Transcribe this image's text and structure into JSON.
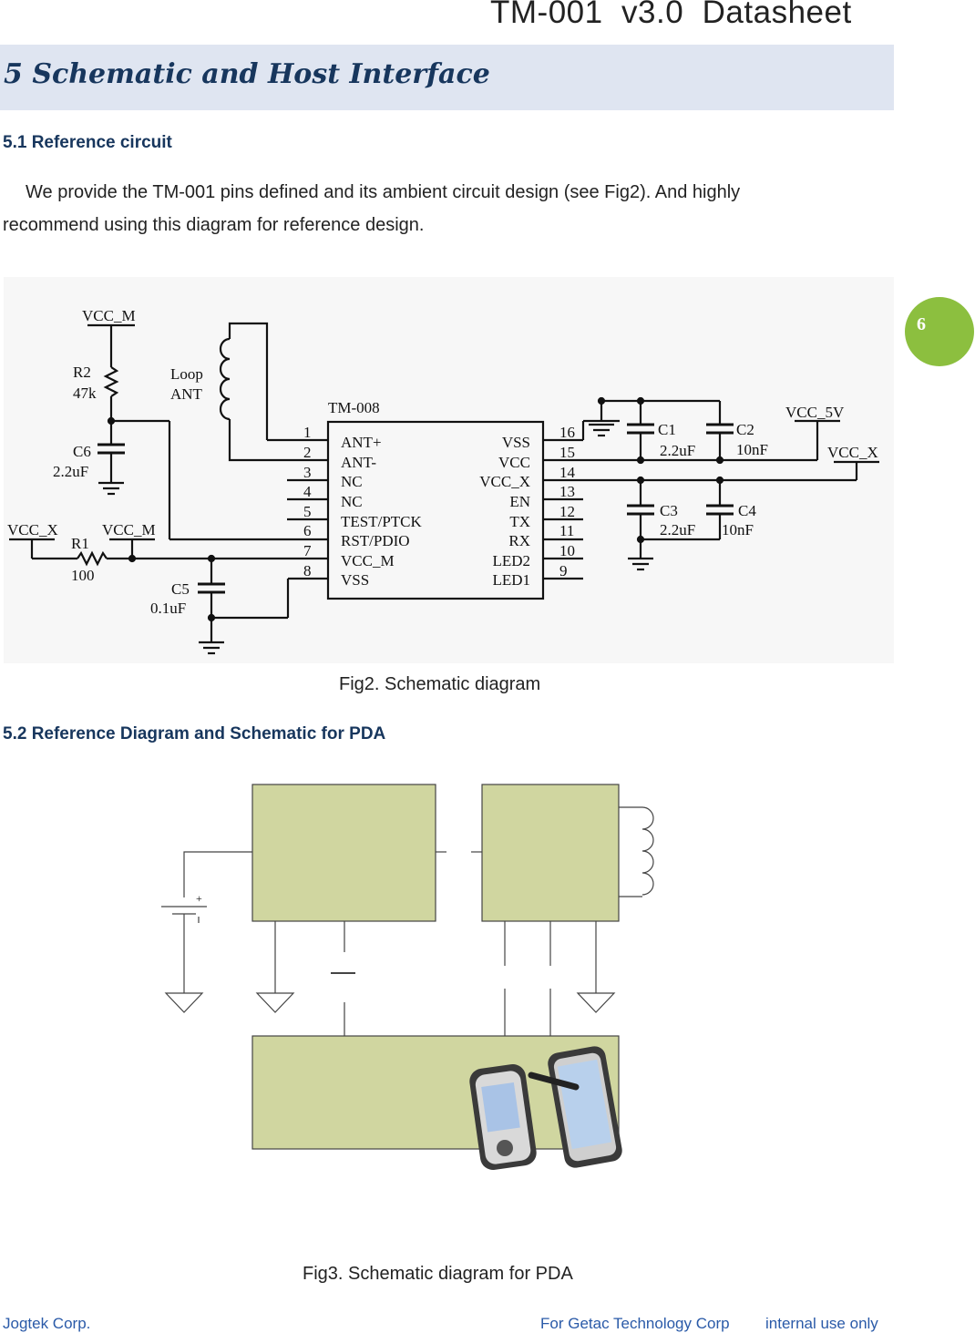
{
  "header": {
    "title": "TM-001  v3.0  Datasheet"
  },
  "section": {
    "heading": "5 Schematic and Host Interface"
  },
  "page_number": "6",
  "subsection1": {
    "title": "5.1 Reference circuit",
    "para_line1": "We provide the TM-001 pins defined and its ambient circuit design (see Fig2). And highly",
    "para_line2": "recommend using this diagram for reference design."
  },
  "fig2": {
    "caption": "Fig2. Schematic diagram",
    "chip_name": "TM-008",
    "left_pins": [
      {
        "num": "1",
        "name": "ANT+"
      },
      {
        "num": "2",
        "name": "ANT-"
      },
      {
        "num": "3",
        "name": "NC"
      },
      {
        "num": "4",
        "name": "NC"
      },
      {
        "num": "5",
        "name": "TEST/PTCK"
      },
      {
        "num": "6",
        "name": "RST/PDIO"
      },
      {
        "num": "7",
        "name": "VCC_M"
      },
      {
        "num": "8",
        "name": "VSS"
      }
    ],
    "right_pins": [
      {
        "num": "16",
        "name": "VSS"
      },
      {
        "num": "15",
        "name": "VCC"
      },
      {
        "num": "14",
        "name": "VCC_X"
      },
      {
        "num": "13",
        "name": "EN"
      },
      {
        "num": "12",
        "name": "TX"
      },
      {
        "num": "11",
        "name": "RX"
      },
      {
        "num": "10",
        "name": "LED2"
      },
      {
        "num": "9",
        "name": "LED1"
      }
    ],
    "labels": {
      "vcc_m_top": "VCC_M",
      "r2": "R2",
      "r2_val": "47k",
      "loop": "Loop",
      "ant": "ANT",
      "c6": "C6",
      "c6_val": "2.2uF",
      "vcc_x_left": "VCC_X",
      "vcc_m_left": "VCC_M",
      "r1": "R1",
      "r1_val": "100",
      "c5": "C5",
      "c5_val": "0.1uF",
      "c1": "C1",
      "c1_val": "2.2uF",
      "c2": "C2",
      "c2_val": "10nF",
      "c3": "C3",
      "c3_val": "2.2uF",
      "c4": "C4",
      "c4_val": "10nF",
      "vcc_5v": "VCC_5V",
      "vcc_x_right": "VCC_X"
    }
  },
  "subsection2": {
    "title": "5.2 Reference Diagram and Schematic for PDA"
  },
  "fig3": {
    "caption": "Fig3. Schematic diagram for PDA",
    "battery_plus": "+"
  },
  "footer": {
    "left": "Jogtek Corp.",
    "middle": "For Getac Technology Corp",
    "right": "internal use only"
  },
  "colors": {
    "heading_band": "#dfe5f1",
    "heading_text": "#17365d",
    "page_badge": "#8cbf3f",
    "block_fill": "#d0d6a0",
    "footer_text": "#2a5aa8"
  }
}
